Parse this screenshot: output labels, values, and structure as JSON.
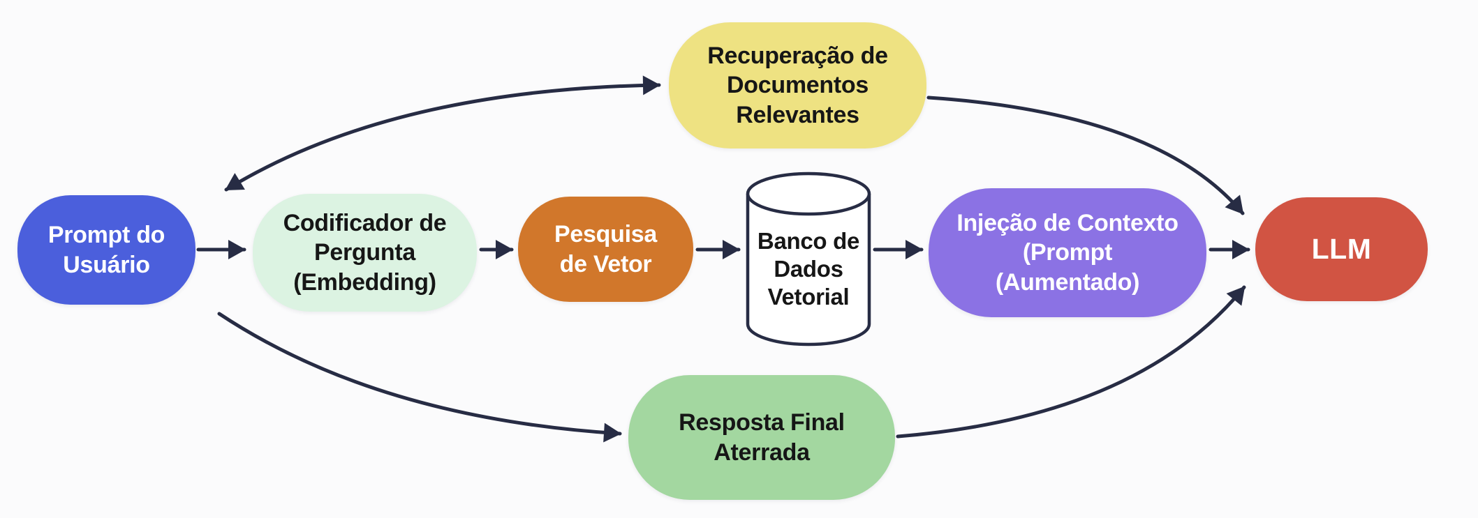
{
  "diagram": {
    "language": "pt-BR",
    "topic": "RAG pipeline flow"
  },
  "colors": {
    "background": "#fbfbfc",
    "arrow": "#272c44",
    "dark_text": "#151515",
    "light_text": "#ffffff"
  },
  "nodes": {
    "user_prompt": {
      "lines": [
        "Prompt do",
        "Usuário"
      ],
      "fill": "#4b5fdc",
      "text_color": "#ffffff",
      "shape": "pill"
    },
    "question_encoder": {
      "lines": [
        "Codificador de",
        "Pergunta",
        "(Embedding)"
      ],
      "fill": "#dcf3e2",
      "text_color": "#161616",
      "shape": "pill"
    },
    "vector_search": {
      "lines": [
        "Pesquisa",
        "de Vetor"
      ],
      "fill": "#d1772b",
      "text_color": "#ffffff",
      "shape": "pill"
    },
    "vector_db": {
      "lines": [
        "Banco de",
        "Dados",
        "Vetorial"
      ],
      "fill": "#ffffff",
      "text_color": "#161616",
      "shape": "cylinder"
    },
    "context_injection": {
      "lines": [
        "Injeção de Contexto",
        "(Prompt",
        "(Aumentado)"
      ],
      "fill": "#8b72e4",
      "text_color": "#ffffff",
      "shape": "pill"
    },
    "llm": {
      "lines": [
        "LLM"
      ],
      "fill": "#d15443",
      "text_color": "#ffffff",
      "shape": "pill"
    },
    "doc_retrieval": {
      "lines": [
        "Recuperação de",
        "Documentos",
        "Relevantes"
      ],
      "fill": "#eee282",
      "text_color": "#161616",
      "shape": "pill"
    },
    "final_answer": {
      "lines": [
        "Resposta Final",
        "Aterrada"
      ],
      "fill": "#a3d7a0",
      "text_color": "#161616",
      "shape": "pill"
    }
  },
  "edges": [
    {
      "from": "user_prompt",
      "to": "question_encoder",
      "style": "straight",
      "bidirectional": false
    },
    {
      "from": "question_encoder",
      "to": "vector_search",
      "style": "straight",
      "bidirectional": false
    },
    {
      "from": "vector_search",
      "to": "vector_db",
      "style": "straight",
      "bidirectional": false
    },
    {
      "from": "vector_db",
      "to": "context_injection",
      "style": "straight",
      "bidirectional": false
    },
    {
      "from": "context_injection",
      "to": "llm",
      "style": "straight",
      "bidirectional": false
    },
    {
      "from": "user_prompt",
      "to": "doc_retrieval",
      "style": "curved",
      "bidirectional": true
    },
    {
      "from": "doc_retrieval",
      "to": "llm",
      "style": "curved",
      "bidirectional": false
    },
    {
      "from": "user_prompt",
      "to": "final_answer",
      "style": "curved",
      "bidirectional": false
    },
    {
      "from": "final_answer",
      "to": "llm",
      "style": "curved",
      "bidirectional": false
    }
  ]
}
